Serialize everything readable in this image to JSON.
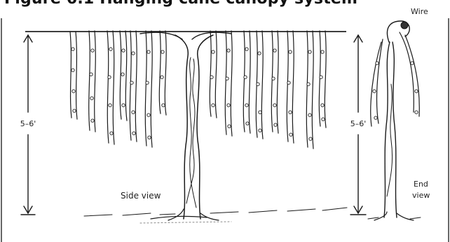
{
  "figure": {
    "cut_caption": "Figure 6.1 Hanging cane canopy system",
    "labels": {
      "wire": "Wire",
      "height_left": "5–6'",
      "height_right": "5–6'",
      "side_view": "Side view",
      "end_view_line1": "End",
      "end_view_line2": "view"
    }
  }
}
